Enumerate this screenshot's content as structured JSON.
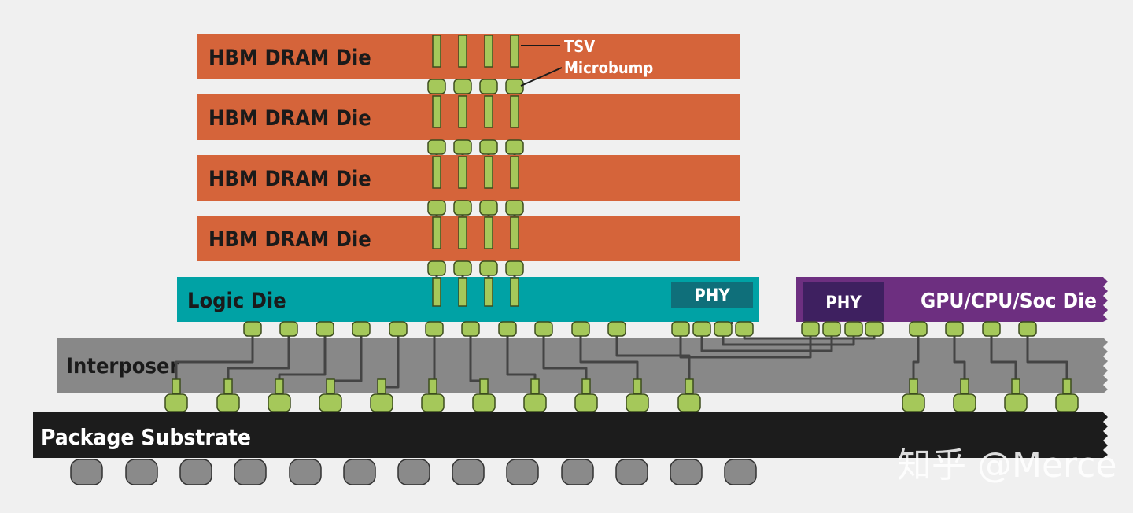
{
  "labels": {
    "hbm_die": "HBM DRAM Die",
    "logic_die": "Logic Die",
    "phy": "PHY",
    "gpu_die": "GPU/CPU/Soc Die",
    "interposer": "Interposer",
    "substrate": "Package Substrate",
    "tsv": "TSV",
    "microbump": "Microbump"
  },
  "watermark": "知乎 @Merce",
  "colors": {
    "background": "#f0f0f0",
    "hbm_die": "#d5643a",
    "logic_die": "#00a2a5",
    "logic_phy": "#0f6f7a",
    "gpu_die": "#6d2f80",
    "gpu_phy": "#3e2060",
    "interposer": "#888888",
    "substrate": "#1c1c1c",
    "bump": "#a5c85a",
    "bump_border": "#3d4d1e",
    "ball": "#8a8a8a",
    "wire": "#444444"
  }
}
